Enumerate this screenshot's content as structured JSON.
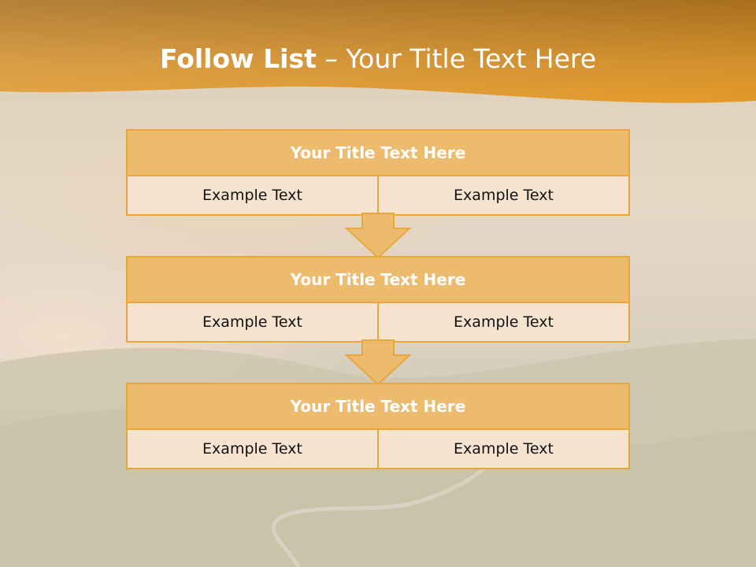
{
  "slide": {
    "title_bold": "Follow List",
    "title_rest": " – Your Title Text Here"
  },
  "blocks": [
    {
      "title": "Your Title Text Here",
      "left": "Example Text",
      "right": "Example Text"
    },
    {
      "title": "Your Title Text Here",
      "left": "Example Text",
      "right": "Example Text"
    },
    {
      "title": "Your Title Text Here",
      "left": "Example Text",
      "right": "Example Text"
    }
  ],
  "colors": {
    "header": "#e39a2b",
    "block_header": "#edbb6e",
    "block_body": "#f7e4d0",
    "border": "#e9a73a"
  }
}
